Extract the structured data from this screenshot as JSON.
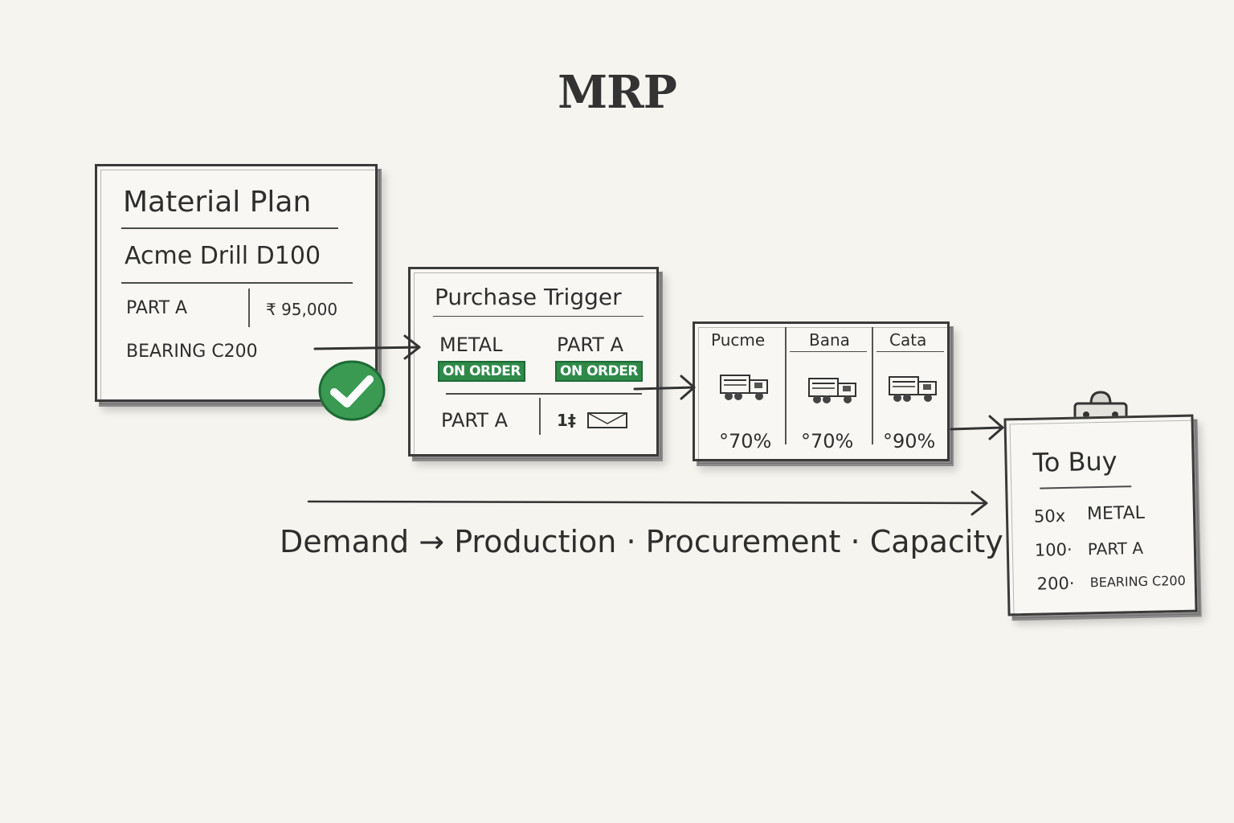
{
  "title": "MRP",
  "material_plan": {
    "heading": "Material Plan",
    "product": "Acme Drill D100",
    "row1_label": "PART A",
    "row1_value": "₹ 95,000",
    "row2_label": "BEARING C200"
  },
  "purchase_trigger": {
    "heading": "Purchase Trigger",
    "item1": "METAL",
    "item1_status": "ON ORDER",
    "item2": "PART A",
    "item2_status": "ON ORDER",
    "row_label": "PART A",
    "row_value": "1‡"
  },
  "capacity": {
    "columns": [
      {
        "name": "Pucme",
        "value": "°70%"
      },
      {
        "name": "Bana",
        "value": "°70%"
      },
      {
        "name": "Cata",
        "value": "°90%"
      }
    ]
  },
  "to_buy": {
    "heading": "To Buy",
    "items": [
      {
        "qty": "50x",
        "name": "METAL"
      },
      {
        "qty": "100·",
        "name": "PART A"
      },
      {
        "qty": "200·",
        "name": "BEARING C200"
      }
    ]
  },
  "flow": {
    "step1": "Demand",
    "arrow": "→",
    "step2": "Production",
    "sep1": "·",
    "step3": "Procurement",
    "sep2": "·",
    "step4": "Capacity"
  },
  "colors": {
    "accent_green": "#2f8a4a",
    "ink": "#2e2e2e",
    "paper": "#f6f4ef"
  },
  "icons": [
    "check-circle-icon",
    "truck-icon",
    "envelope-icon",
    "clipboard-clip-icon",
    "arrow-right-icon"
  ]
}
